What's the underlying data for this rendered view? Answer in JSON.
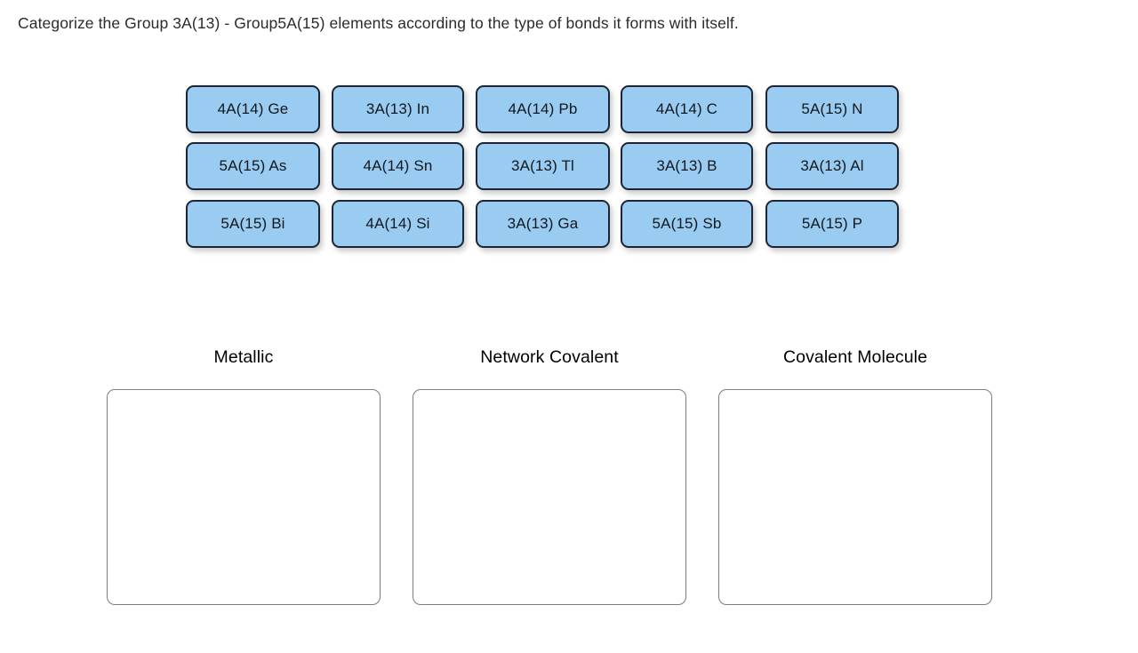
{
  "prompt": {
    "text": "Categorize the Group 3A(13) - Group5A(15) elements according to the type of bonds it forms with itself."
  },
  "tile_bank": {
    "name": "element-tile-bank",
    "rows": 3,
    "columns": 5,
    "tiles": [
      {
        "label": "4A(14) Ge",
        "group": "4A(14)",
        "element": "Ge",
        "row": 0,
        "col": 0
      },
      {
        "label": "3A(13) In",
        "group": "3A(13)",
        "element": "In",
        "row": 0,
        "col": 1
      },
      {
        "label": "4A(14) Pb",
        "group": "4A(14)",
        "element": "Pb",
        "row": 0,
        "col": 2
      },
      {
        "label": "4A(14) C",
        "group": "4A(14)",
        "element": "C",
        "row": 0,
        "col": 3
      },
      {
        "label": "5A(15) N",
        "group": "5A(15)",
        "element": "N",
        "row": 0,
        "col": 4
      },
      {
        "label": "5A(15) As",
        "group": "5A(15)",
        "element": "As",
        "row": 1,
        "col": 0
      },
      {
        "label": "4A(14) Sn",
        "group": "4A(14)",
        "element": "Sn",
        "row": 1,
        "col": 1
      },
      {
        "label": "3A(13) Tl",
        "group": "3A(13)",
        "element": "Tl",
        "row": 1,
        "col": 2
      },
      {
        "label": "3A(13) B",
        "group": "3A(13)",
        "element": "B",
        "row": 1,
        "col": 3
      },
      {
        "label": "3A(13) Al",
        "group": "3A(13)",
        "element": "Al",
        "row": 1,
        "col": 4
      },
      {
        "label": "5A(15) Bi",
        "group": "5A(15)",
        "element": "Bi",
        "row": 2,
        "col": 0
      },
      {
        "label": "4A(14) Si",
        "group": "4A(14)",
        "element": "Si",
        "row": 2,
        "col": 1
      },
      {
        "label": "3A(13) Ga",
        "group": "3A(13)",
        "element": "Ga",
        "row": 2,
        "col": 2
      },
      {
        "label": "5A(15) Sb",
        "group": "5A(15)",
        "element": "Sb",
        "row": 2,
        "col": 3
      },
      {
        "label": "5A(15) P",
        "group": "5A(15)",
        "element": "P",
        "row": 2,
        "col": 4
      }
    ]
  },
  "categories": [
    {
      "title": "Metallic",
      "dropped_tiles": []
    },
    {
      "title": "Network Covalent",
      "dropped_tiles": []
    },
    {
      "title": "Covalent Molecule",
      "dropped_tiles": []
    }
  ],
  "colors": {
    "tile_fill": "#9acbf0",
    "tile_border": "#1b2535",
    "tile_text": "#101820",
    "dropzone_border": "#7d7d7d",
    "page_background": "#ffffff",
    "prompt_text": "#2b2b2b",
    "category_title": "#000000"
  }
}
